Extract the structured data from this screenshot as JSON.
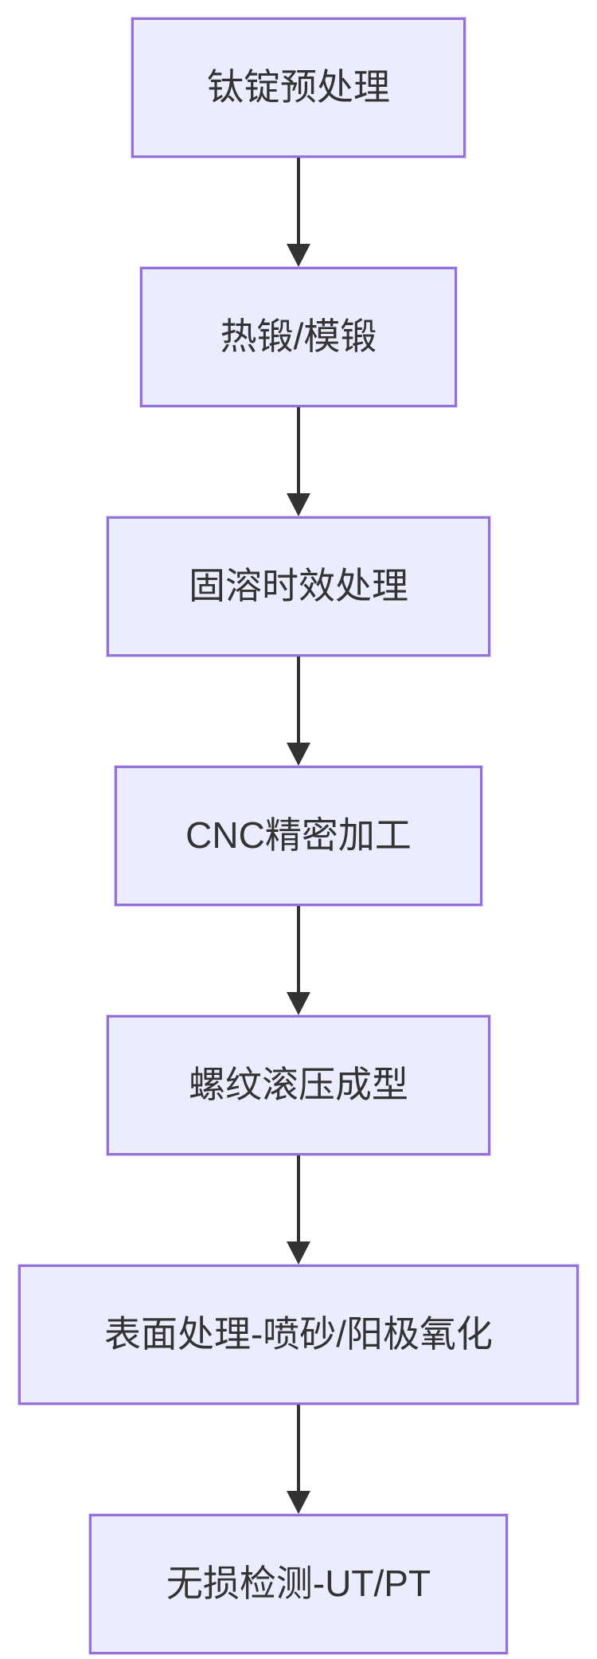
{
  "diagram": {
    "type": "flowchart",
    "direction": "top-down",
    "colors": {
      "background": "#ffffff",
      "node_fill": "#ececff",
      "node_border": "#9370db",
      "arrow": "#333333",
      "text": "#333333"
    },
    "nodes": [
      {
        "label": "钛锭预处理"
      },
      {
        "label": "热锻/模锻"
      },
      {
        "label": "固溶时效处理"
      },
      {
        "label": "CNC精密加工"
      },
      {
        "label": "螺纹滚压成型"
      },
      {
        "label": "表面处理-喷砂/阳极氧化"
      },
      {
        "label": "无损检测-UT/PT"
      }
    ],
    "edges": [
      {
        "from": 0,
        "to": 1
      },
      {
        "from": 1,
        "to": 2
      },
      {
        "from": 2,
        "to": 3
      },
      {
        "from": 3,
        "to": 4
      },
      {
        "from": 4,
        "to": 5
      },
      {
        "from": 5,
        "to": 6
      }
    ]
  }
}
